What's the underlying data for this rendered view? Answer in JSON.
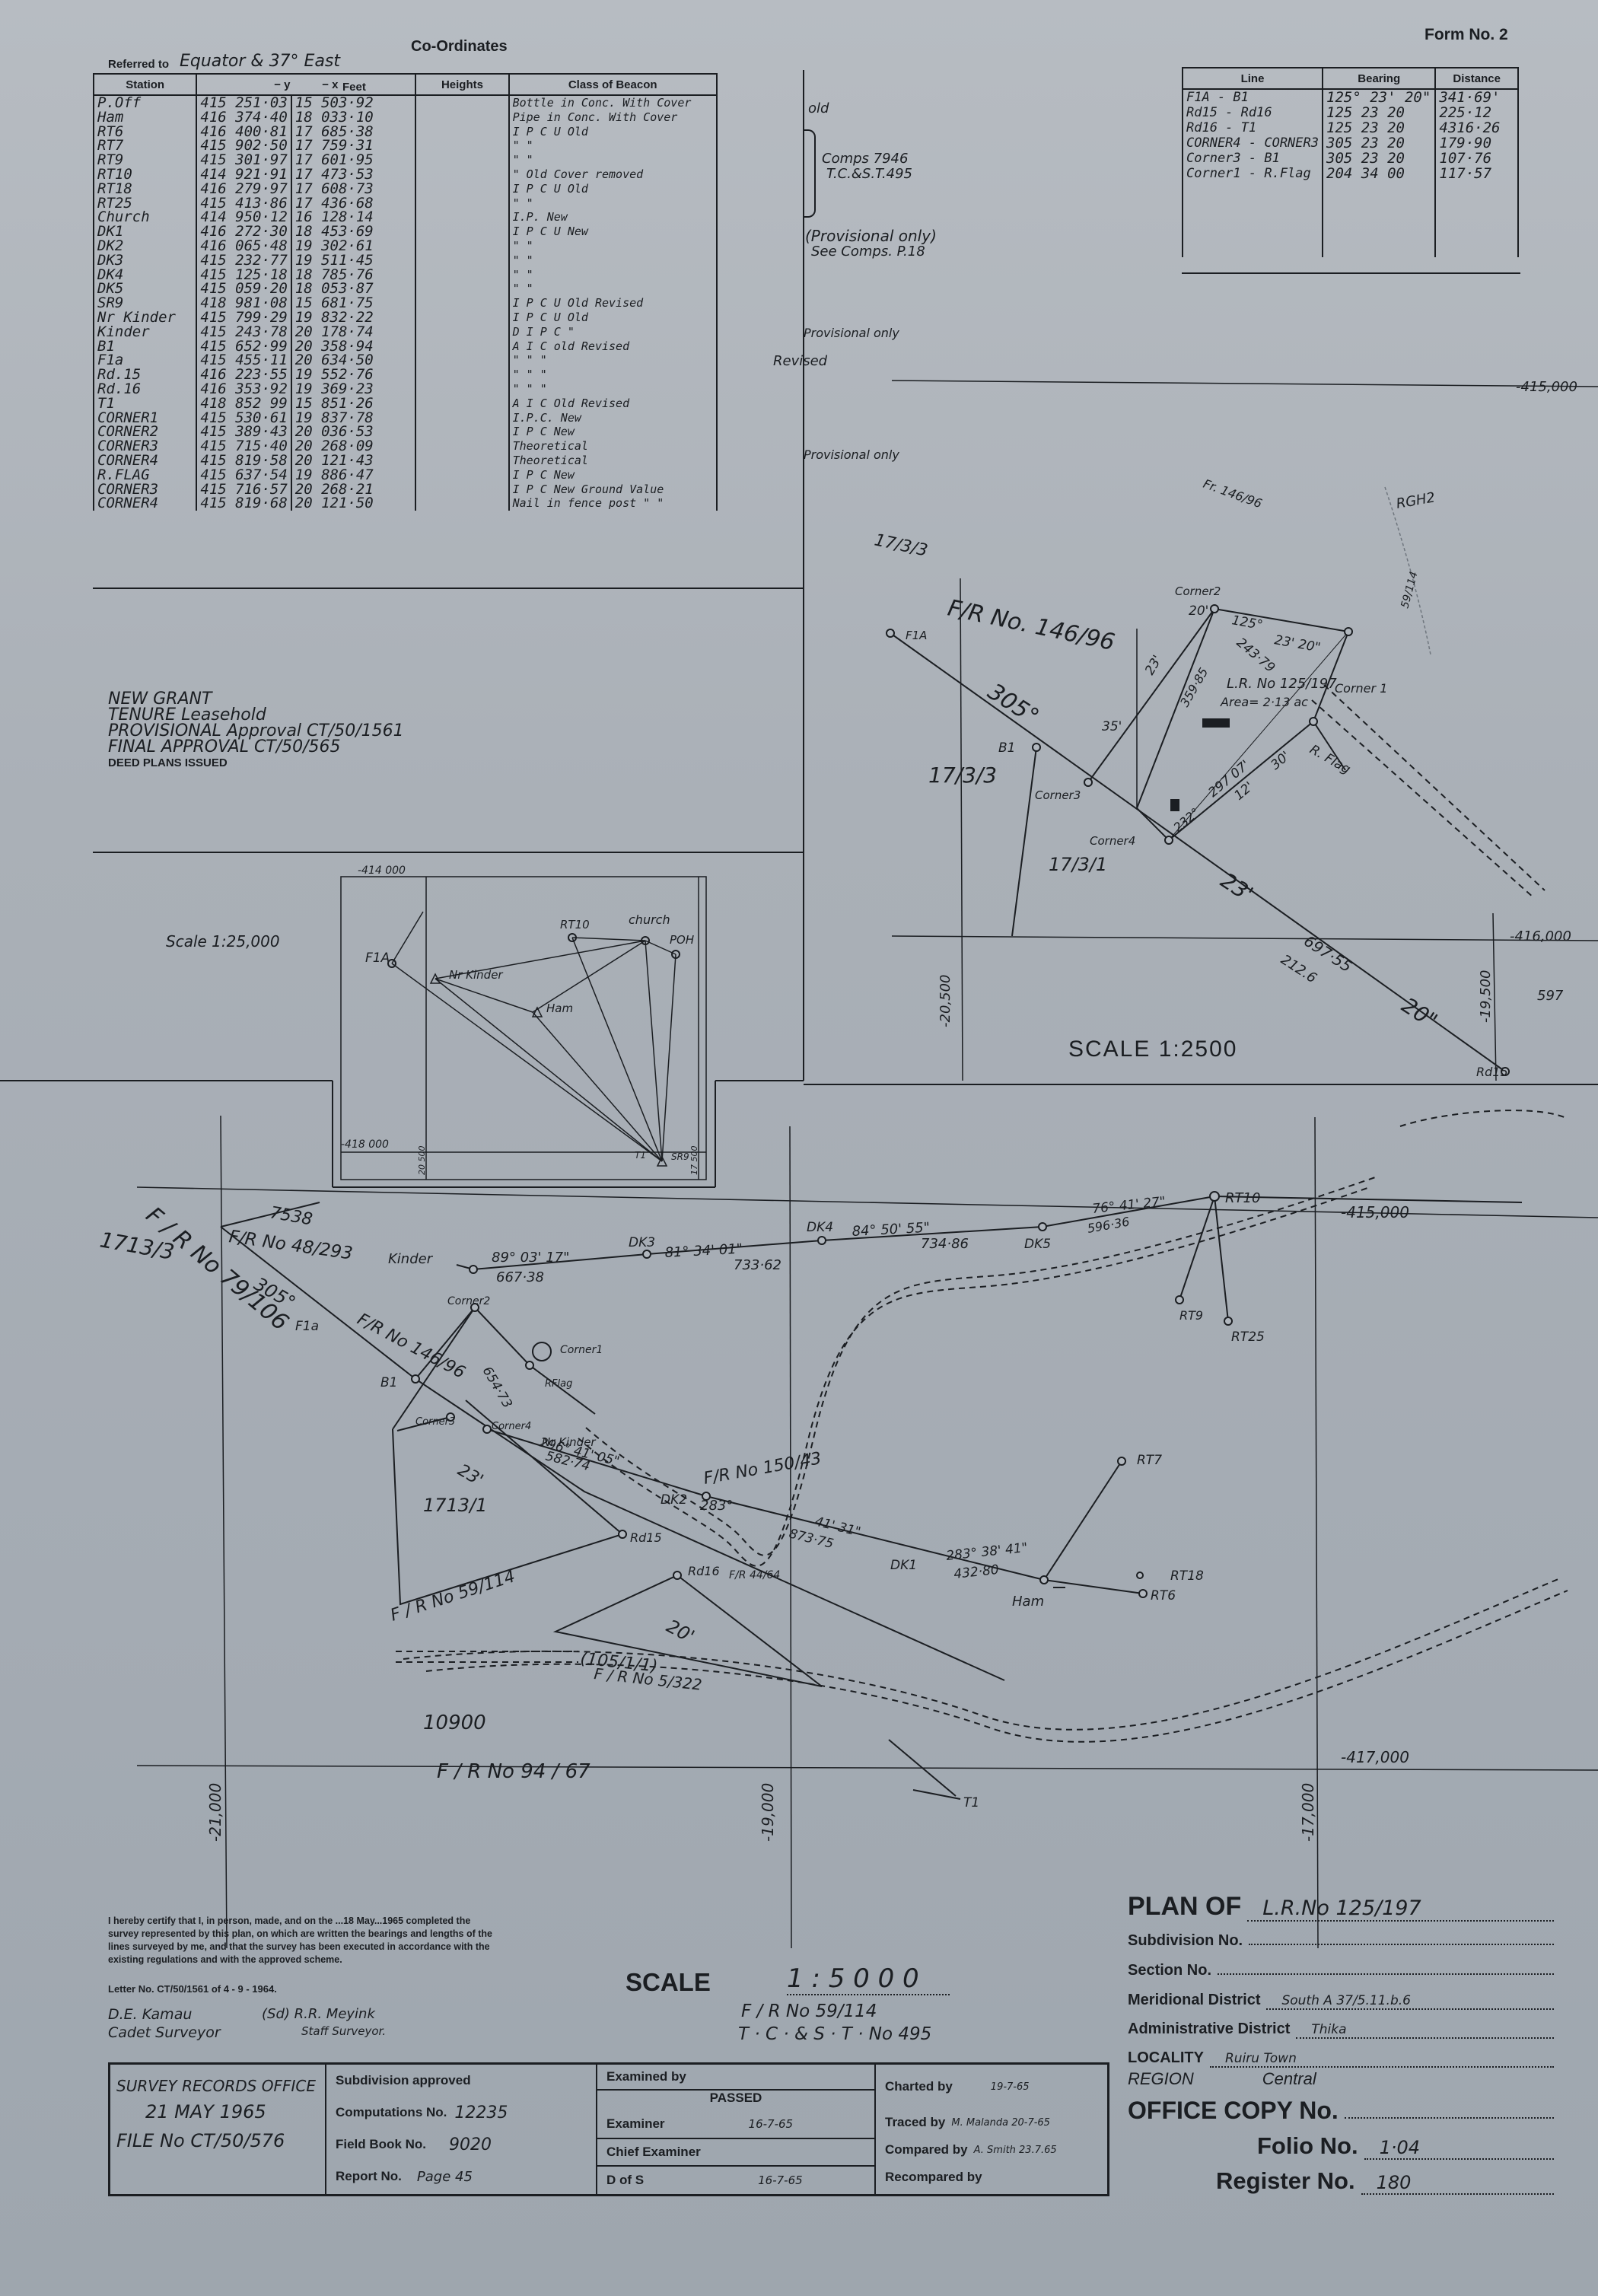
{
  "form_no": "Form No. 2",
  "coordinates": {
    "title": "Co-Ordinates",
    "referred_to_label": "Referred to",
    "referred_to_value": "Equator & 37° East",
    "feet_label": "Feet",
    "headers": [
      "Station",
      "− y",
      "− x",
      "Heights",
      "Class of Beacon"
    ],
    "rows": [
      {
        "station": "P.Off",
        "y": "415 251·03",
        "x": "15 503·92",
        "beacon": "Bottle in Conc. With Cover"
      },
      {
        "station": "Ham",
        "y": "416 374·40",
        "x": "18 033·10",
        "beacon": "Pipe in Conc. With Cover"
      },
      {
        "station": "RT6",
        "y": "416 400·81",
        "x": "17 685·38",
        "beacon": "I P C U    Old"
      },
      {
        "station": "RT7",
        "y": "415 902·50",
        "x": "17 759·31",
        "beacon": "\"        \""
      },
      {
        "station": "RT9",
        "y": "415 301·97",
        "x": "17 601·95",
        "beacon": "\"        \""
      },
      {
        "station": "RT10",
        "y": "414 921·91",
        "x": "17 473·53",
        "beacon": "\"   Old Cover removed"
      },
      {
        "station": "RT18",
        "y": "416 279·97",
        "x": "17 608·73",
        "beacon": "I P C U    Old"
      },
      {
        "station": "RT25",
        "y": "415 413·86",
        "x": "17 436·68",
        "beacon": "\"        \""
      },
      {
        "station": "Church",
        "y": "414 950·12",
        "x": "16 128·14",
        "beacon": "I.P.         New"
      },
      {
        "station": "DK1",
        "y": "416 272·30",
        "x": "18 453·69",
        "beacon": "I P C U    New"
      },
      {
        "station": "DK2",
        "y": "416 065·48",
        "x": "19 302·61",
        "beacon": "\"        \""
      },
      {
        "station": "DK3",
        "y": "415 232·77",
        "x": "19 511·45",
        "beacon": "\"        \""
      },
      {
        "station": "DK4",
        "y": "415 125·18",
        "x": "18 785·76",
        "beacon": "\"        \""
      },
      {
        "station": "DK5",
        "y": "415 059·20",
        "x": "18 053·87",
        "beacon": "\"        \""
      },
      {
        "station": "SR9",
        "y": "418 981·08",
        "x": "15 681·75",
        "beacon": "I P C U    Old  Revised"
      },
      {
        "station": "Nr Kinder",
        "y": "415 799·29",
        "x": "19 832·22",
        "beacon": "I P C U    Old"
      },
      {
        "station": "Kinder",
        "y": "415 243·78",
        "x": "20 178·74",
        "beacon": "D I P C      \""
      },
      {
        "station": "B1",
        "y": "415 652·99",
        "x": "20 358·94",
        "beacon": "A I C    old  Revised"
      },
      {
        "station": "F1a",
        "y": "415 455·11",
        "x": "20 634·50",
        "beacon": "\"      \"      \""
      },
      {
        "station": "Rd.15",
        "y": "416 223·55",
        "x": "19 552·76",
        "beacon": "\"      \"      \""
      },
      {
        "station": "Rd.16",
        "y": "416 353·92",
        "x": "19 369·23",
        "beacon": "\"      \"      \""
      },
      {
        "station": "T1",
        "y": "418 852 99",
        "x": "15 851·26",
        "beacon": "A I C    Old  Revised"
      },
      {
        "station": "CORNER1",
        "y": "415 530·61",
        "x": "19 837·78",
        "beacon": "I.P.C.  New"
      },
      {
        "station": "CORNER2",
        "y": "415 389·43",
        "x": "20 036·53",
        "beacon": "I P C    New"
      },
      {
        "station": "CORNER3",
        "y": "415 715·40",
        "x": "20 268·09",
        "beacon": "Theoretical"
      },
      {
        "station": "CORNER4",
        "y": "415 819·58",
        "x": "20 121·43",
        "beacon": "Theoretical"
      },
      {
        "station": "R.FLAG",
        "y": "415 637·54",
        "x": "19 886·47",
        "beacon": "I P C    New"
      },
      {
        "station": "CORNER3",
        "y": "415 716·57",
        "x": "20 268·21",
        "beacon": "I P C    New    Ground Value"
      },
      {
        "station": "CORNER4",
        "y": "415 819·68",
        "x": "20 121·50",
        "beacon": "Nail in fence post    \"    \""
      }
    ],
    "margin_notes": {
      "old": "old",
      "comps": "Comps 7946",
      "tcst": "T.C.&S.T.495",
      "provisional": "(Provisional   only)",
      "see_comps": "See Comps. P.18",
      "revised": "Revised",
      "provisional_only_1": "Provisional only",
      "provisional_only_2": "Provisional only"
    }
  },
  "bearings": {
    "headers": [
      "Line",
      "Bearing",
      "Distance"
    ],
    "rows": [
      {
        "line": "F1A - B1",
        "bearing": "125° 23' 20\"",
        "distance": "341·69'"
      },
      {
        "line": "Rd15 - Rd16",
        "bearing": "125  23  20",
        "distance": "225·12"
      },
      {
        "line": "Rd16 - T1",
        "bearing": "125  23  20",
        "distance": "4316·26"
      },
      {
        "line": "CORNER4 - CORNER3",
        "bearing": "305  23  20",
        "distance": "179·90"
      },
      {
        "line": "Corner3 - B1",
        "bearing": "305  23  20",
        "distance": "107·76"
      },
      {
        "line": "Corner1 - R.Flag",
        "bearing": "204  34  00",
        "distance": "117·57"
      }
    ]
  },
  "grant": {
    "line1": "NEW GRANT",
    "line2": "TENURE  Leasehold",
    "line3": "PROVISIONAL  Approval  CT/50/1561",
    "line4": "FINAL APPROVAL     CT/50/565",
    "line5": "DEED PLANS  ISSUED"
  },
  "inset": {
    "scale": "Scale 1:25,000",
    "y_top": "-414 000",
    "y_bottom": "-418 000",
    "x_left": "20 500",
    "x_right": "17 500",
    "labels": {
      "f1a": "F1A",
      "nr_kinder": "Nr Kinder",
      "ham": "Ham",
      "rt10": "RT10",
      "church": "church",
      "poh": "POH",
      "t1": "T1",
      "sr9": "SR9"
    }
  },
  "detail": {
    "scale": "SCALE  1:2500",
    "grid": {
      "y1": "-415,000",
      "y2": "-416,000",
      "x1": "-20,500",
      "x2": "-19,500"
    },
    "parcels": {
      "top": "17/3/3",
      "mid": "17/3/3",
      "bottom": "17/3/1"
    },
    "fr": "F/R No. 146/96",
    "bearing_305": "305°",
    "bearing_23": "23'",
    "bearing_20": "20\"",
    "dist_697": "697·55",
    "dist_2126": "212.6",
    "lr": "L.R. No 125/197",
    "area": "Area= 2·13 ac",
    "pencil1": "Fr. 146/96",
    "pencil2": "RGH2",
    "pencil3": "59/114",
    "pencil4": "597",
    "labels": {
      "f1a": "F1A",
      "b1": "B1",
      "corner2": "Corner2",
      "corner1": "Corner 1",
      "corner3": "Corner3",
      "corner4": "Corner4",
      "rflag": "R. Flag",
      "rd15": "Rd15"
    },
    "dims": {
      "a": "125°",
      "b": "20'",
      "c": "23' 20\"",
      "d": "243·79",
      "e": "359·85",
      "f": "23'",
      "g": "35'",
      "h": "297 07'",
      "i": "12'",
      "j": "30'",
      "k": "232°"
    }
  },
  "main": {
    "grid": {
      "y1": "-415,000",
      "y2": "-417,000",
      "x1": "-21,000",
      "x2": "-19,000",
      "x3": "-17,000"
    },
    "fr_48": "F/R No 48/293",
    "n_7538": "7538",
    "parcel_1713_3": "1713/3",
    "fr_79": "F   /   R   No   79/106",
    "fr_146": "F/R No 146/96",
    "parcel_1713_1": "1713/1",
    "fr_59": "F / R  No 59/114",
    "fr_150": "F/R No 150/43",
    "n_105": "(105/1/1)",
    "fr_5322": "F  /  R  No 5/322",
    "n_10900": "10900",
    "fr_9467": "F    /    R      No     94  / 67",
    "d305": "305°",
    "d23": "23'",
    "d20": "20'",
    "d283": "283°",
    "b1": "89°   03'   17\"",
    "b1d": "667·38",
    "b2": "81°   34'   01\"",
    "b2d": "733·62",
    "b3": "84°   50'   55\"",
    "b3d": "734·86",
    "b4": "76°  41'  27\"",
    "b4d": "596·36",
    "b5": "296°  41'  05\"",
    "b5d": "582·74",
    "b6": "41'   31\"",
    "b6d": "873·75",
    "b7": "283°  38'  41\"",
    "b7d": "432·80",
    "d_654": "654·73",
    "rd16_fr": "F/R 44/64",
    "labels": {
      "kinder": "Kinder",
      "dk3": "DK3",
      "dk4": "DK4",
      "dk5": "DK5",
      "rt10": "RT10",
      "rt9": "RT9",
      "rt25": "RT25",
      "f1a": "F1a",
      "b1": "B1",
      "corner2": "Corner2",
      "corner1": "Corner1",
      "rflag": "RFlag",
      "corner3": "Corner3",
      "corner4": "Corner4",
      "nr_kinder": "Nr Kinder",
      "dk2": "DK2",
      "rd15": "Rd15",
      "rd16": "Rd16",
      "dk1": "DK1",
      "ham": "Ham",
      "rt6": "RT6",
      "rt7": "RT7",
      "rt18": "RT18",
      "t1": "T1"
    }
  },
  "certificate": {
    "text": "I hereby certify that I, in person, made, and on the ...18 May...1965 completed the survey represented by this plan, on which are written the bearings and lengths of the lines surveyed by me, and that the survey has been executed in accordance with the existing regulations and with the approved scheme.",
    "letter": "Letter No. CT/50/1561    of  4 - 9 - 1964.",
    "surveyor_name": "D.E. Kamau",
    "surveyor_title": "Cadet  Surveyor",
    "staff_name": "(Sd) R.R. Meyink",
    "staff_title": "Staff Surveyor."
  },
  "scale_block": {
    "label": "SCALE",
    "value": "1 : 5 0 0 0",
    "fr": "F / R   No  59/114",
    "tc": "T · C ·  &  S · T ·   No  495"
  },
  "plan": {
    "title_label": "PLAN  OF",
    "title_value": "L.R.No 125/197",
    "subdivision_label": "Subdivision No.",
    "section_label": "Section No.",
    "meridional_label": "Meridional District",
    "meridional_value": "South A 37/5.11.b.6",
    "admin_label": "Administrative District",
    "admin_value": "Thika",
    "locality_label": "LOCALITY",
    "locality_value": "Ruiru Town",
    "region_label": "REGION",
    "region_value": "Central",
    "office_copy": "OFFICE COPY No.",
    "folio_label": "Folio No.",
    "folio_value": "1·04",
    "register_label": "Register No.",
    "register_value": "180"
  },
  "title_block": {
    "office_line1": "SURVEY RECORDS OFFICE",
    "office_line2": "21 MAY 1965",
    "office_line3": "FILE No CT/50/576",
    "subdivision_approved": "Subdivision approved",
    "computations_label": "Computations No.",
    "computations_value": "12235",
    "field_book_label": "Field Book No.",
    "field_book_value": "9020",
    "report_label": "Report No.",
    "report_value": "Page 45",
    "examined_by": "Examined by",
    "passed": "PASSED",
    "examiner_label": "Examiner",
    "examiner_value": "16-7-65",
    "chief_examiner": "Chief Examiner",
    "dofs_label": "D of S",
    "dofs_value": "16-7-65",
    "charted_label": "Charted by",
    "charted_value": "19-7-65",
    "traced_label": "Traced by",
    "traced_value": "M. Malanda 20-7-65",
    "compared_label": "Compared by",
    "compared_value": "A. Smith 23.7.65",
    "recompared_label": "Recompared by"
  }
}
